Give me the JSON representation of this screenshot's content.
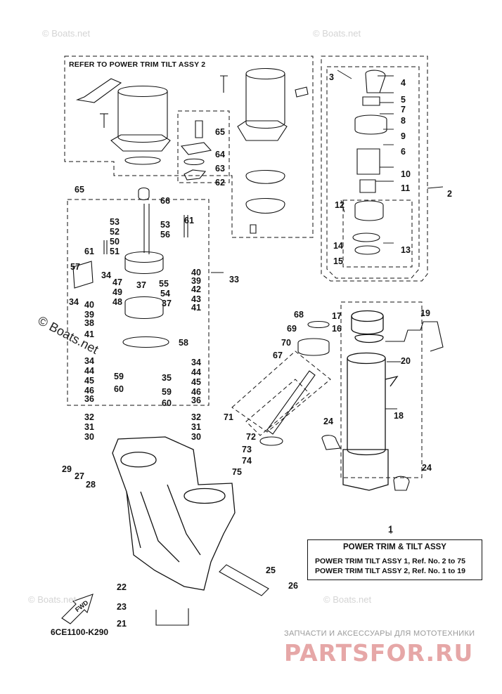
{
  "headers": {
    "refer": "REFER TO POWER TRIM TILT ASSY 2"
  },
  "legend": {
    "title": "POWER TRIM & TILT ASSY",
    "rows": [
      "POWER TRIM TILT ASSY 1,  Ref. No. 2 to 75",
      "POWER TRIM TILT ASSY 2,  Ref. No. 1 to 19"
    ]
  },
  "footer": {
    "code": "6CE1100-K290",
    "shop_tagline": "ЗАПЧАСТИ И АКСЕССУАРЫ ДЛЯ МОТОТЕХНИКИ",
    "shop_logo": "PARTSFOR.RU"
  },
  "watermarks": {
    "main": "© Boats.net",
    "faint": "© Boats.net"
  },
  "fwd_label": "FWD",
  "callouts": [
    {
      "id": "c1",
      "text": "1"
    },
    {
      "id": "c2",
      "text": "2"
    },
    {
      "id": "c3",
      "text": "3"
    },
    {
      "id": "c4",
      "text": "4"
    },
    {
      "id": "c5",
      "text": "5"
    },
    {
      "id": "c6",
      "text": "6"
    },
    {
      "id": "c7",
      "text": "7"
    },
    {
      "id": "c8",
      "text": "8"
    },
    {
      "id": "c9",
      "text": "9"
    },
    {
      "id": "c10",
      "text": "10"
    },
    {
      "id": "c11",
      "text": "11"
    },
    {
      "id": "c12",
      "text": "12"
    },
    {
      "id": "c13",
      "text": "13"
    },
    {
      "id": "c14",
      "text": "14"
    },
    {
      "id": "c15",
      "text": "15"
    },
    {
      "id": "c16",
      "text": "16"
    },
    {
      "id": "c17",
      "text": "17"
    },
    {
      "id": "c18",
      "text": "18"
    },
    {
      "id": "c19",
      "text": "19"
    },
    {
      "id": "c20",
      "text": "20"
    },
    {
      "id": "c21",
      "text": "21"
    },
    {
      "id": "c22",
      "text": "22"
    },
    {
      "id": "c23",
      "text": "23"
    },
    {
      "id": "c24a",
      "text": "24"
    },
    {
      "id": "c24b",
      "text": "24"
    },
    {
      "id": "c25",
      "text": "25"
    },
    {
      "id": "c26",
      "text": "26"
    },
    {
      "id": "c27",
      "text": "27"
    },
    {
      "id": "c28",
      "text": "28"
    },
    {
      "id": "c29",
      "text": "29"
    },
    {
      "id": "c30a",
      "text": "30"
    },
    {
      "id": "c30b",
      "text": "30"
    },
    {
      "id": "c31a",
      "text": "31"
    },
    {
      "id": "c31b",
      "text": "31"
    },
    {
      "id": "c32a",
      "text": "32"
    },
    {
      "id": "c32b",
      "text": "32"
    },
    {
      "id": "c33",
      "text": "33"
    },
    {
      "id": "c34a",
      "text": "34"
    },
    {
      "id": "c34b",
      "text": "34"
    },
    {
      "id": "c34c",
      "text": "34"
    },
    {
      "id": "c34d",
      "text": "34"
    },
    {
      "id": "c35",
      "text": "35"
    },
    {
      "id": "c36a",
      "text": "36"
    },
    {
      "id": "c36b",
      "text": "36"
    },
    {
      "id": "c37a",
      "text": "37"
    },
    {
      "id": "c37b",
      "text": "37"
    },
    {
      "id": "c38",
      "text": "38"
    },
    {
      "id": "c39a",
      "text": "39"
    },
    {
      "id": "c39b",
      "text": "39"
    },
    {
      "id": "c40a",
      "text": "40"
    },
    {
      "id": "c40b",
      "text": "40"
    },
    {
      "id": "c41a",
      "text": "41"
    },
    {
      "id": "c41b",
      "text": "41"
    },
    {
      "id": "c42",
      "text": "42"
    },
    {
      "id": "c43",
      "text": "43"
    },
    {
      "id": "c44a",
      "text": "44"
    },
    {
      "id": "c44b",
      "text": "44"
    },
    {
      "id": "c45a",
      "text": "45"
    },
    {
      "id": "c45b",
      "text": "45"
    },
    {
      "id": "c46a",
      "text": "46"
    },
    {
      "id": "c46b",
      "text": "46"
    },
    {
      "id": "c47",
      "text": "47"
    },
    {
      "id": "c48",
      "text": "48"
    },
    {
      "id": "c49",
      "text": "49"
    },
    {
      "id": "c50",
      "text": "50"
    },
    {
      "id": "c51",
      "text": "51"
    },
    {
      "id": "c52",
      "text": "52"
    },
    {
      "id": "c53a",
      "text": "53"
    },
    {
      "id": "c53b",
      "text": "53"
    },
    {
      "id": "c54",
      "text": "54"
    },
    {
      "id": "c55",
      "text": "55"
    },
    {
      "id": "c56",
      "text": "56"
    },
    {
      "id": "c57",
      "text": "57"
    },
    {
      "id": "c58",
      "text": "58"
    },
    {
      "id": "c59a",
      "text": "59"
    },
    {
      "id": "c59b",
      "text": "59"
    },
    {
      "id": "c60a",
      "text": "60"
    },
    {
      "id": "c60b",
      "text": "60"
    },
    {
      "id": "c61a",
      "text": "61"
    },
    {
      "id": "c61b",
      "text": "61"
    },
    {
      "id": "c62",
      "text": "62"
    },
    {
      "id": "c63",
      "text": "63"
    },
    {
      "id": "c64",
      "text": "64"
    },
    {
      "id": "c65a",
      "text": "65"
    },
    {
      "id": "c65b",
      "text": "65"
    },
    {
      "id": "c66",
      "text": "66"
    },
    {
      "id": "c67",
      "text": "67"
    },
    {
      "id": "c68",
      "text": "68"
    },
    {
      "id": "c69",
      "text": "69"
    },
    {
      "id": "c70",
      "text": "70"
    },
    {
      "id": "c71",
      "text": "71"
    },
    {
      "id": "c72",
      "text": "72"
    },
    {
      "id": "c73",
      "text": "73"
    },
    {
      "id": "c74",
      "text": "74"
    },
    {
      "id": "c75",
      "text": "75"
    }
  ]
}
